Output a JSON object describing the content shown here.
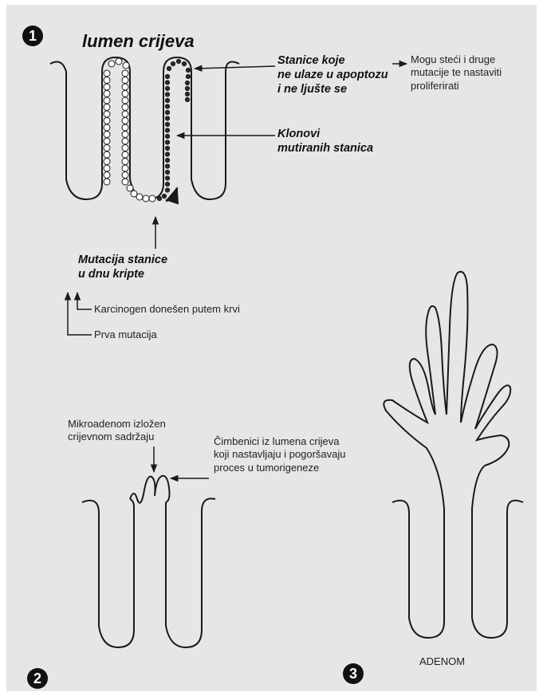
{
  "badges": {
    "panel1": "1",
    "panel2": "2",
    "panel3": "3"
  },
  "panel1": {
    "title": "lumen crijeva",
    "label_non_apoptotic": "Stanice koje\nne ulaze u apoptozu\ni ne ljušte se",
    "label_further_mutations": "Mogu steći i druge\nmutacije te nastaviti\nproliferirati",
    "label_clones": "Klonovi\nmutiranih stanica",
    "label_crypt_mutation": "Mutacija stanice\nu dnu kripte",
    "label_carcinogen": "Karcinogen donešen putem krvi",
    "label_first_mutation": "Prva mutacija"
  },
  "panel2": {
    "label_microadenoma": "Mikroadenom izložen\ncrijevnom sadržaju",
    "label_lumen_factors": "Čimbenici iz lumena crijeva\nkoji nastavljaju i pogoršavaju\nproces u tumorigeneze"
  },
  "panel3": {
    "label_adenoma": "ADENOM"
  },
  "colors": {
    "background": "#e6e6e6",
    "line": "#1a1a1a",
    "mutated_cell": "#2a2a2a",
    "normal_cell": "#ffffff"
  }
}
